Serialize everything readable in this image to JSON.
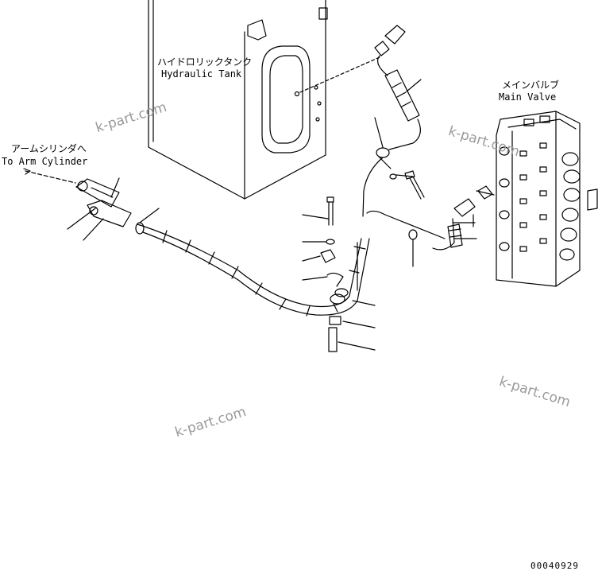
{
  "labels": {
    "tank_jp": "ハイドロリックタンク",
    "tank_en": "Hydraulic Tank",
    "valve_jp": "メインバルブ",
    "valve_en": "Main Valve",
    "arm_jp": "アームシリンダへ",
    "arm_en": "To Arm Cylinder"
  },
  "watermarks": [
    "k-part.com",
    "k-part.com",
    "k-part.com",
    "k-part.com"
  ],
  "drawing_number": "00040929"
}
